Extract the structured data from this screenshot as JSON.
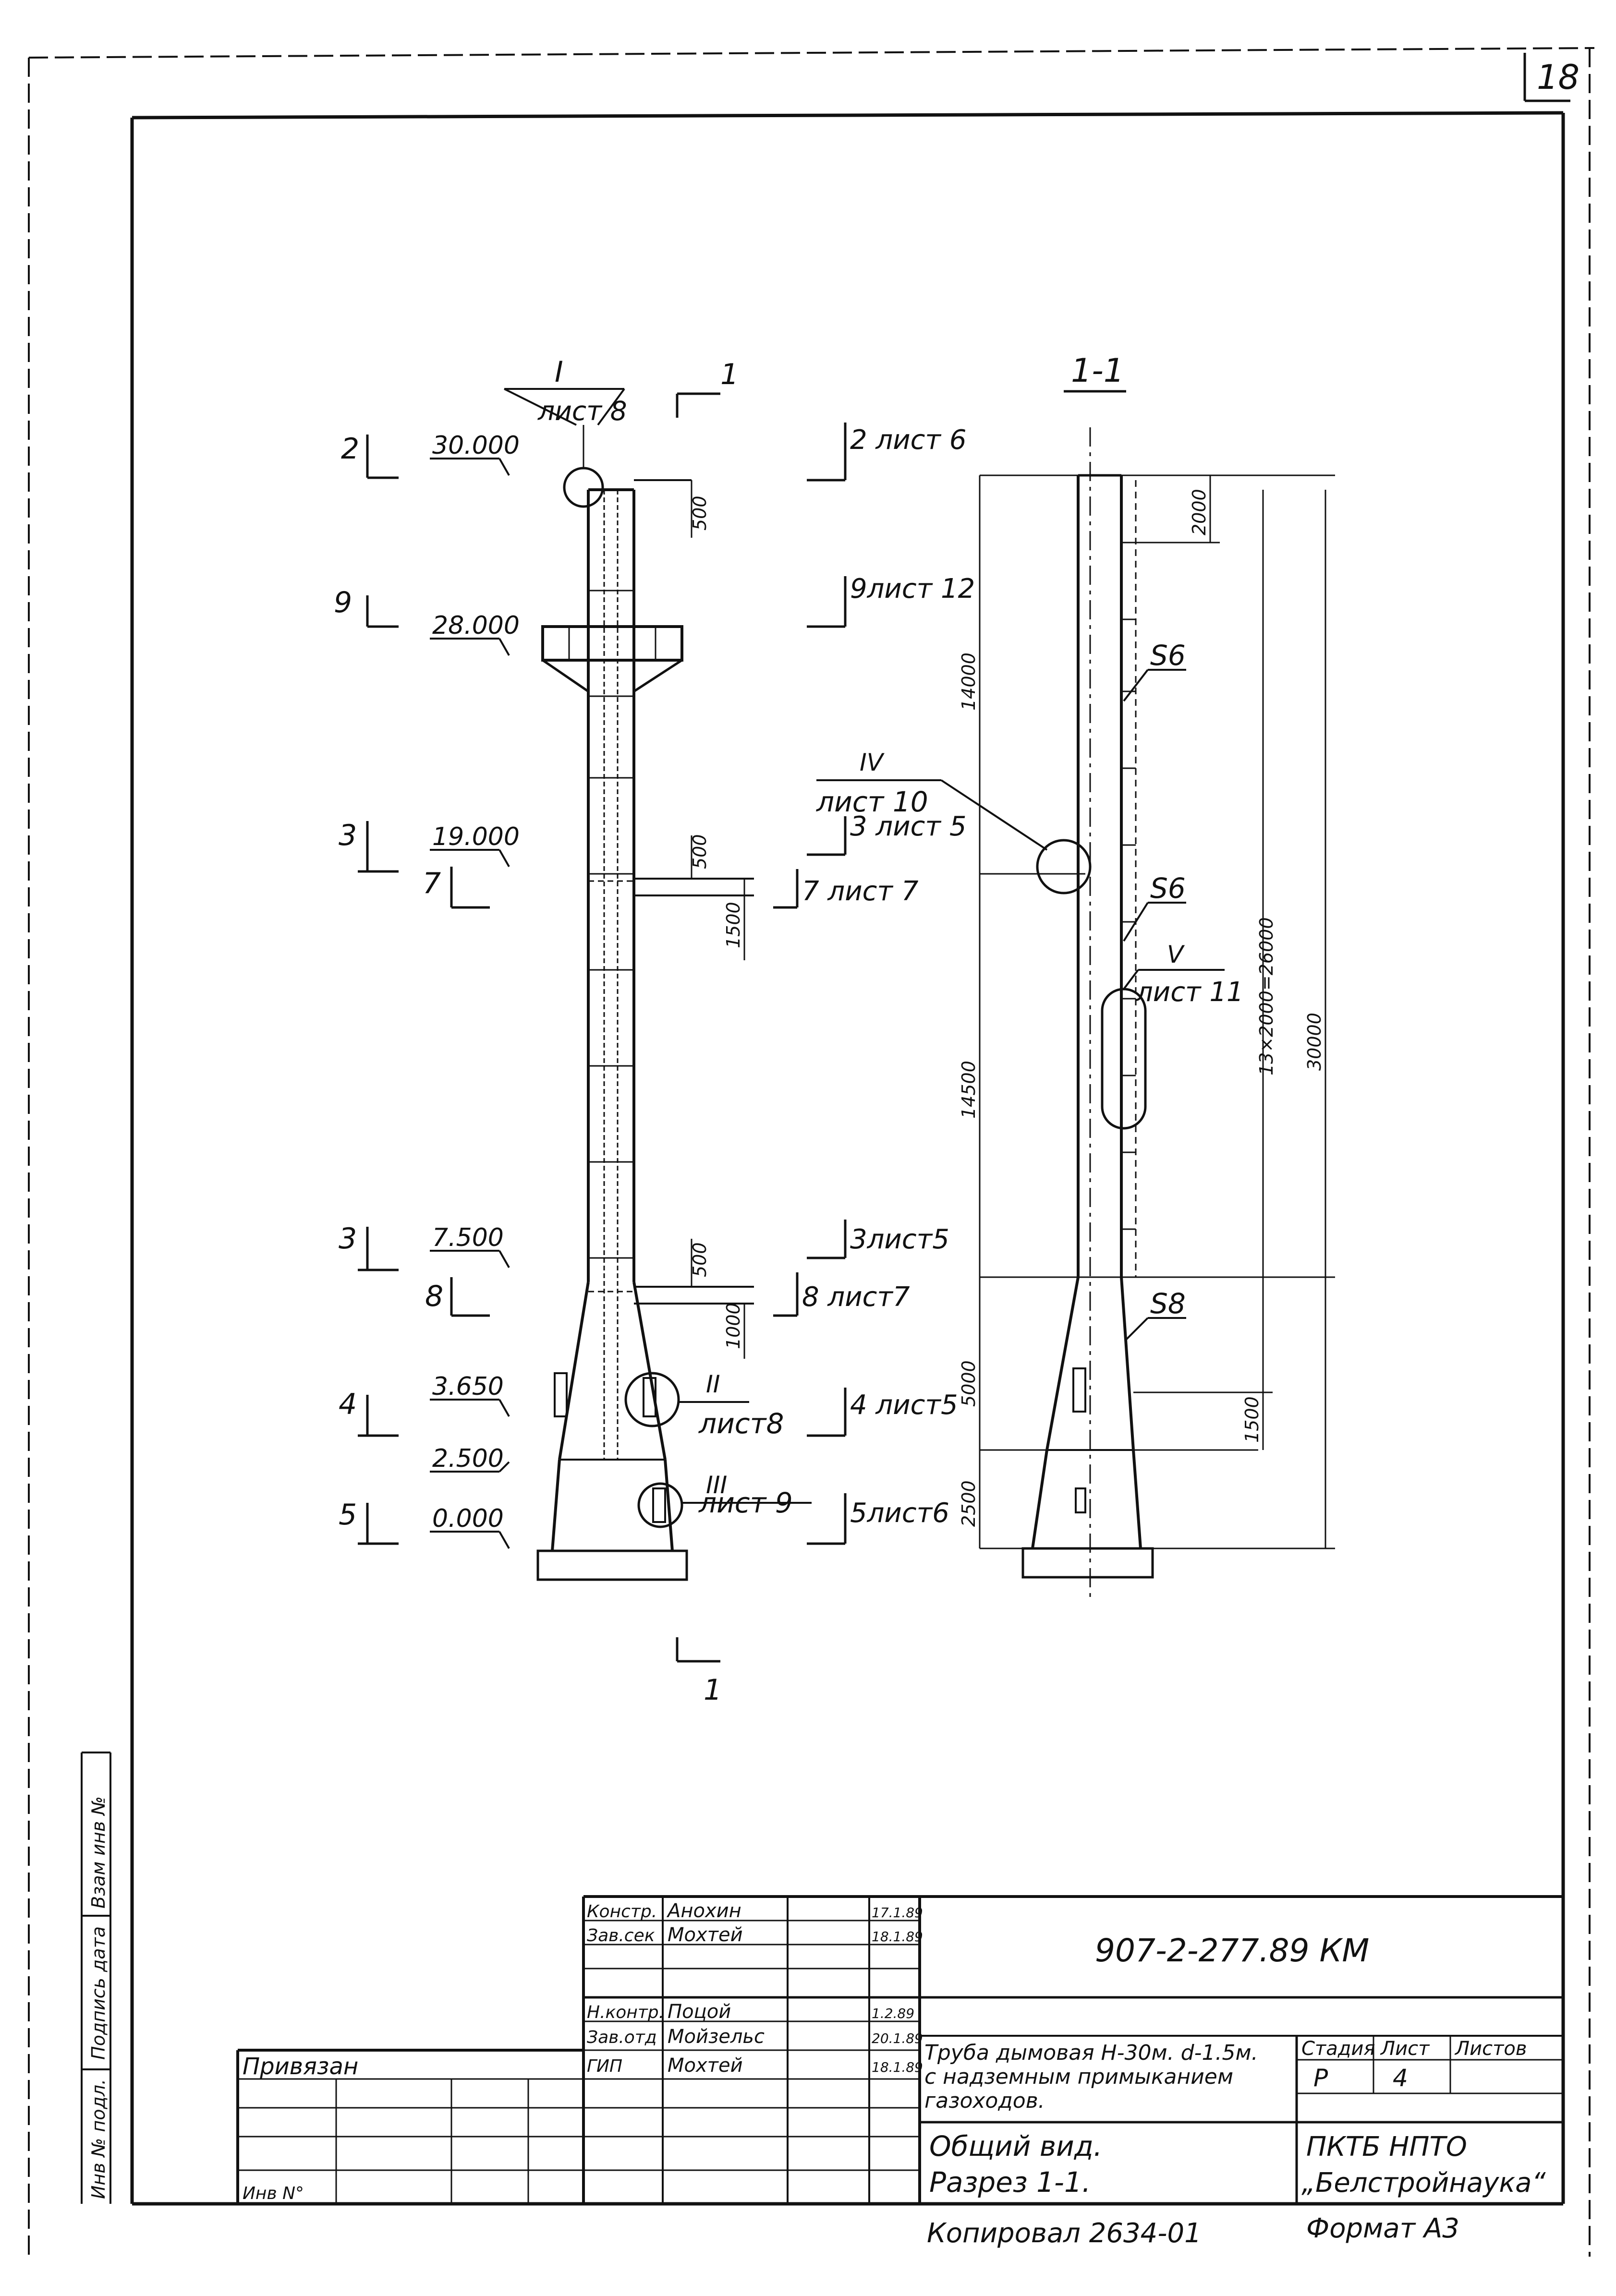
{
  "sheet_corner_number": "18",
  "elevations": [
    "30.000",
    "28.000",
    "19.000",
    "7.500",
    "3.650",
    "2.500",
    "0.000"
  ],
  "dims_left": [
    "500",
    "500",
    "1500",
    "500",
    "1000"
  ],
  "section_markers_left": [
    "I",
    "1",
    "2",
    "9",
    "3",
    "7",
    "3",
    "8",
    "4",
    "5",
    "1"
  ],
  "callouts_left": [
    {
      "mark": "I",
      "sheet": "лист 8"
    },
    {
      "mark": "II",
      "sheet": "лист8"
    },
    {
      "mark": "III",
      "sheet": "лист 9"
    }
  ],
  "section_refs": [
    "2 лист 6",
    "9лист 12",
    "3 лист 5",
    "7 лист 7",
    "3лист5",
    "8 лист7",
    "4 лист5",
    "5лист6"
  ],
  "section_title": "1-1",
  "section_dims": [
    "2000",
    "14000",
    "14500",
    "5000",
    "2500",
    "1500",
    "13×2000=26000",
    "30000"
  ],
  "section_callouts": [
    {
      "mark": "IV",
      "sheet": "лист 10"
    },
    {
      "mark": "V",
      "sheet": "лист 11"
    }
  ],
  "section_labels": [
    "S6",
    "S6",
    "S8"
  ],
  "side_stamp": [
    "Инв № подл.",
    "Подпись дата",
    "Взам инв №"
  ],
  "title_block": {
    "doc_code": "907-2-277.89 КМ",
    "roles": [
      {
        "role": "Констр.",
        "name": "Анохин",
        "date": "17.1.89"
      },
      {
        "role": "Зав.сек",
        "name": "Мохтей",
        "date": "18.1.89"
      },
      {
        "role": "Н.контр.",
        "name": "Поцой",
        "date": "1.2.89"
      },
      {
        "role": "Зав.отд",
        "name": "Мойзельс",
        "date": "20.1.89"
      },
      {
        "role": "ГИП",
        "name": "Мохтей",
        "date": "18.1.89"
      }
    ],
    "bound_label": "Привязан",
    "inv_label": "Инв N°",
    "description": [
      "Труба дымовая Н-30м. d-1.5м.",
      "с надземным примыканием",
      "газоходов."
    ],
    "sheet_title": [
      "Общий вид.",
      "Разрез 1-1."
    ],
    "stage_header": "Стадия",
    "sheet_header": "Лист",
    "sheets_header": "Листов",
    "stage": "Р",
    "sheet_no": "4",
    "org": [
      "ПКТБ НПТО",
      "„Белстройнаука“"
    ],
    "copied": "Копировал 2634-01",
    "format": "Формат А3"
  }
}
